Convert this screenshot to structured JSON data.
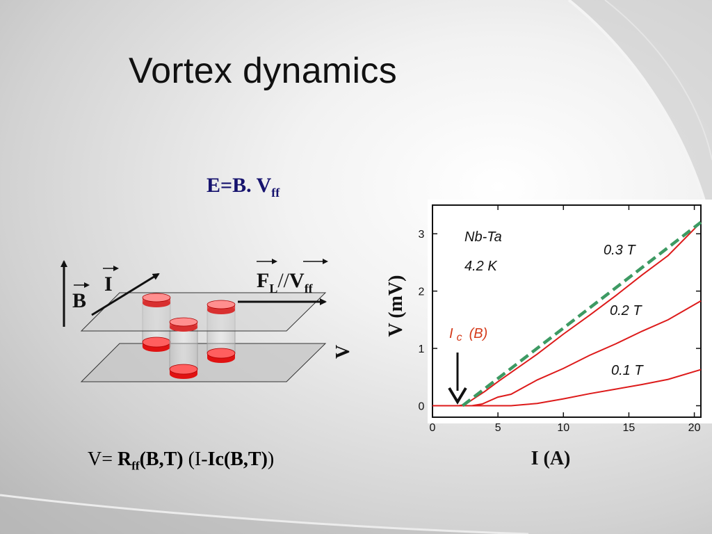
{
  "slide": {
    "title": "Vortex dynamics",
    "equation_top": {
      "left": "E=B. V",
      "sub": "ff"
    },
    "formula": {
      "prefix": "V= ",
      "r": "R",
      "r_sub": "ff",
      "args": "(B,T)",
      "mid": " (I-",
      "ic": "Ic(B,T)",
      "end": ")"
    }
  },
  "diagram": {
    "label_B": "B",
    "label_I": "I",
    "label_FL": "F",
    "label_FL_sub": "L",
    "label_slash": "//",
    "label_V": "V",
    "label_V_sub": "ff",
    "label_V_side": "V"
  },
  "plot": {
    "sample_label": "Nb-Ta",
    "temperature_label": "4.2 K",
    "ic_label": "I",
    "ic_sub": "c",
    "ic_paren": "(B)",
    "curve_labels": [
      "0.3 T",
      "0.2 T",
      "0.1 T"
    ],
    "xlabel": "I (A)",
    "ylabel": "V (mV)",
    "x_ticks": [
      "0",
      "5",
      "10",
      "15",
      "20"
    ],
    "y_ticks": [
      "0",
      "1",
      "2",
      "3"
    ]
  },
  "colors": {
    "curve": "#dd1a1a",
    "fit": "#3d9a63",
    "title_eq": "#16136e",
    "ic_label": "#d43a1a"
  },
  "chart_data": {
    "type": "line",
    "xlabel": "I (A)",
    "ylabel": "V (mV)",
    "xlim": [
      0,
      20.5
    ],
    "ylim": [
      -0.2,
      3.5
    ],
    "annotations": [
      "Nb-Ta",
      "4.2 K",
      "I c (B)"
    ],
    "series": [
      {
        "name": "0.3 T",
        "x": [
          0,
          2,
          2.5,
          3,
          4,
          5,
          6,
          8,
          10,
          12,
          14,
          16,
          18,
          20.5
        ],
        "y": [
          0,
          0,
          0.02,
          0.1,
          0.25,
          0.42,
          0.58,
          0.9,
          1.25,
          1.58,
          1.92,
          2.28,
          2.62,
          3.2
        ]
      },
      {
        "name": "0.2 T",
        "x": [
          0,
          3,
          3.8,
          5,
          6,
          8,
          10,
          12,
          14,
          16,
          18,
          20.5
        ],
        "y": [
          0,
          0,
          0.03,
          0.15,
          0.2,
          0.45,
          0.65,
          0.88,
          1.08,
          1.3,
          1.5,
          1.83
        ]
      },
      {
        "name": "0.1 T",
        "x": [
          0,
          6,
          7,
          8,
          10,
          12,
          14,
          16,
          18,
          20.5
        ],
        "y": [
          0,
          0,
          0.02,
          0.04,
          0.12,
          0.21,
          0.29,
          0.37,
          0.46,
          0.63
        ]
      },
      {
        "name": "fit",
        "x": [
          2.3,
          20.5
        ],
        "y": [
          0,
          3.2
        ]
      }
    ]
  }
}
